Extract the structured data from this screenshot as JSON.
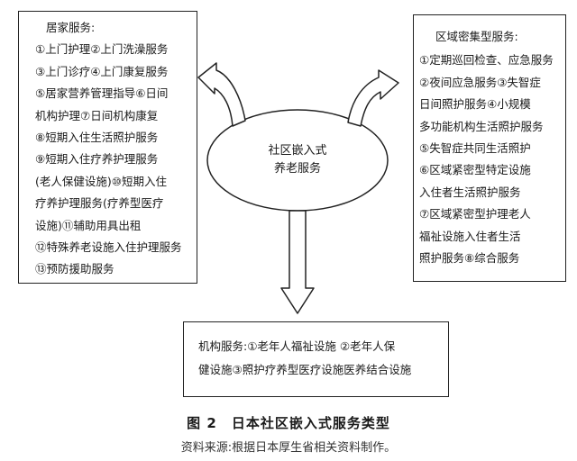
{
  "center": {
    "line1": "社区嵌入式",
    "line2": "养老服务"
  },
  "home_services": {
    "title": "居家服务:",
    "lines": [
      "①上门护理②上门洗澡服务",
      "③上门诊疗④上门康复服务",
      "⑤居家营养管理指导⑥日间",
      "机构护理⑦日间机构康复",
      "⑧短期入住生活照护服务",
      "⑨短期入住疗养护理服务",
      "(老人保健设施)⑩短期入住",
      "疗养护理服务(疗养型医疗",
      "设施)⑪辅助用具出租",
      "⑫特殊养老设施入住护理服务",
      "⑬预防援助服务"
    ]
  },
  "regional_services": {
    "title": "区域密集型服务:",
    "lines": [
      "①定期巡回检查、应急服务",
      "②夜间应急服务③失智症",
      "日间照护服务④小规模",
      "多功能机构生活照护服务",
      "⑤失智症共同生活照护",
      "⑥区域紧密型特定设施",
      "入住者生活照护服务",
      "⑦区域紧密型护理老人",
      "福祉设施入住者生活",
      "照护服务⑧综合服务"
    ]
  },
  "institution_services": {
    "lines": [
      "机构服务:①老年人福祉设施 ②老年人保",
      "健设施③照护疗养型医疗设施医养结合设施"
    ]
  },
  "caption": "图 2　日本社区嵌入式服务类型",
  "source": "资料来源:根据日本厚生省相关资料制作。"
}
